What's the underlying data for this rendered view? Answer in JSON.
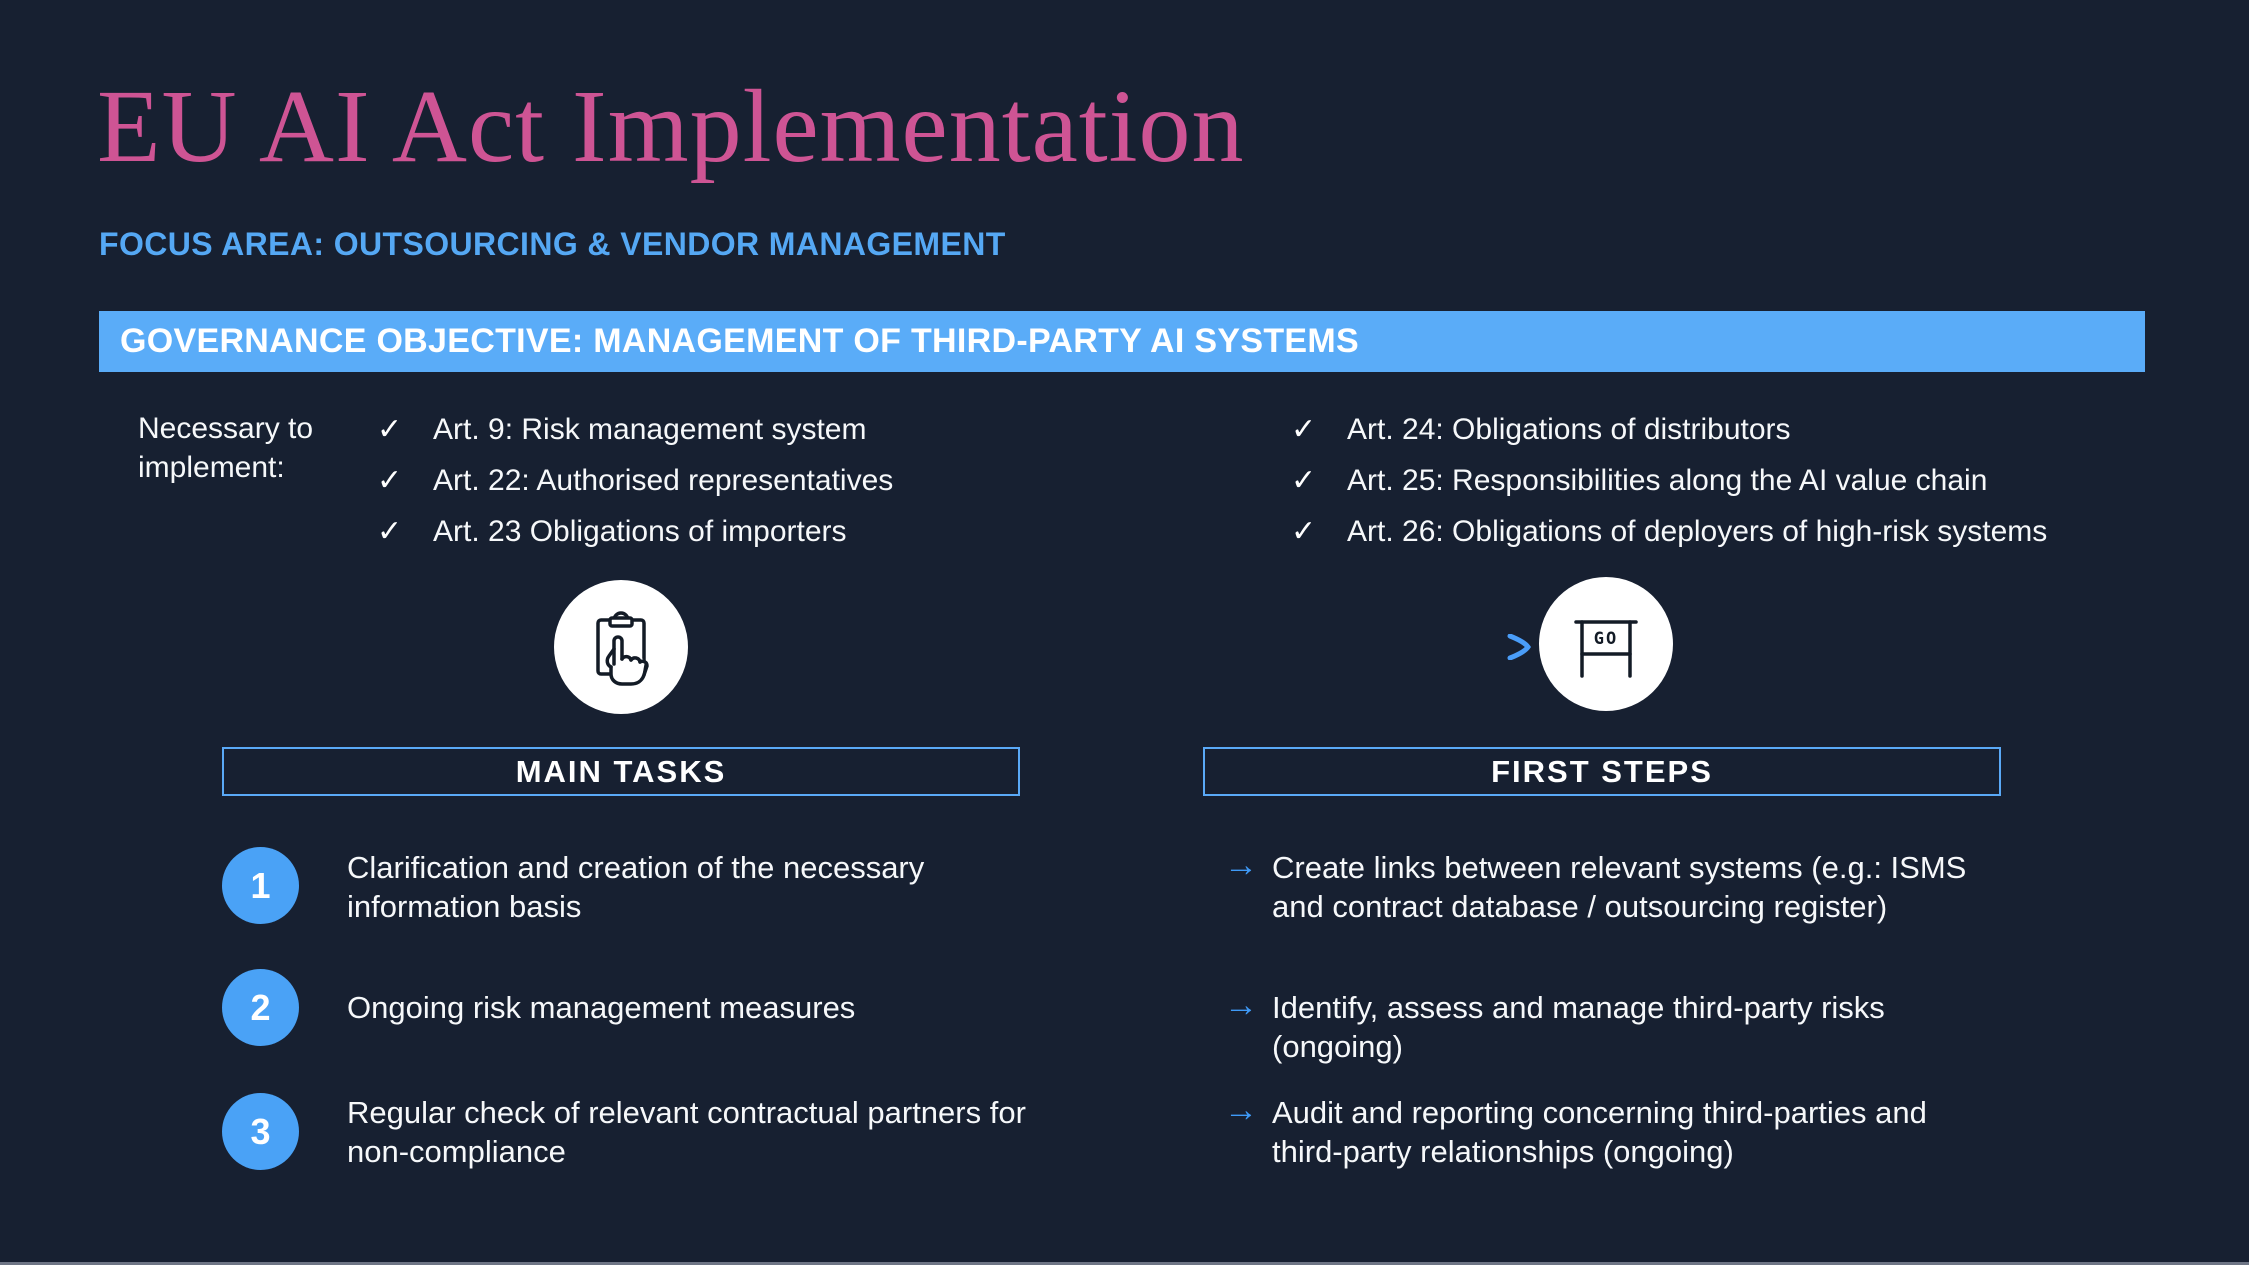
{
  "colors": {
    "bg": "#172031",
    "pink": "#CE5494",
    "subtitle-blue": "#55A8F4",
    "banner-blue": "#5AACF8",
    "bullet-blue": "#4AA2F6",
    "arrow-blue": "#3F9AF7",
    "border-blue": "#5AA9F7",
    "text": "#F6F8FA",
    "icon-ink": "#131B26",
    "footer-gray": "#6E7585"
  },
  "header": {
    "title": "EU AI Act Implementation",
    "subtitle": "FOCUS AREA: OUTSOURCING & VENDOR MANAGEMENT"
  },
  "banner": {
    "label": "GOVERNANCE OBJECTIVE: MANAGEMENT OF THIRD-PARTY AI SYSTEMS"
  },
  "implementation": {
    "label": "Necessary to\nimplement:",
    "left_articles": [
      "Art. 9: Risk management system",
      "Art. 22: Authorised representatives",
      "Art. 23 Obligations of importers"
    ],
    "right_articles": [
      "Art. 24: Obligations of distributors",
      "Art. 25: Responsibilities along the AI value chain",
      "Art. 26: Obligations of deployers of high-risk systems"
    ]
  },
  "icons": {
    "left": "clipboard-hand-icon",
    "right": "go-sign-icon",
    "go_label": "GO"
  },
  "glyphs": {
    "check": "✓",
    "arrow": "→"
  },
  "main_tasks": {
    "header": "MAIN TASKS",
    "items": [
      {
        "number": "1",
        "text": "Clarification and creation of the necessary\ninformation basis"
      },
      {
        "number": "2",
        "text": "Ongoing risk management measures"
      },
      {
        "number": "3",
        "text": "Regular check of relevant contractual partners for\nnon-compliance"
      }
    ]
  },
  "first_steps": {
    "header": "FIRST STEPS",
    "items": [
      {
        "text": "Create links between relevant systems (e.g.: ISMS\nand contract database / outsourcing register)"
      },
      {
        "text": "Identify, assess and manage third-party risks\n(ongoing)"
      },
      {
        "text": "Audit and reporting concerning third-parties and\nthird-party relationships (ongoing)"
      }
    ]
  }
}
